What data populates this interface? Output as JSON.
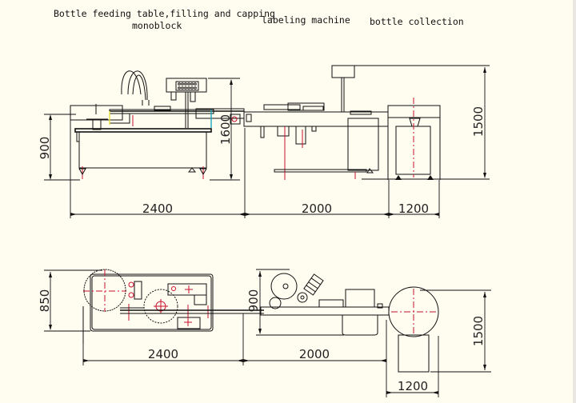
{
  "labels": {
    "section1_line1": "Bottle feeding table,filling and capping",
    "section1_line2": "monoblock",
    "section2": "labeling machine",
    "section3": "bottle collection"
  },
  "front_view": {
    "width_dims": [
      "2400",
      "2000",
      "1200"
    ],
    "height_dims": {
      "table_height": "900",
      "monoblock_height": "1600",
      "collection_height": "1500"
    }
  },
  "top_view": {
    "width_dims": [
      "2400",
      "2000",
      "1200"
    ],
    "depth_dims": {
      "monoblock_depth": "850",
      "labeler_depth": "900",
      "collection_depth": "1500"
    }
  },
  "colors": {
    "background": "#fffcf0",
    "line": "#111111",
    "center_line": "#c8102e",
    "sensor_yellow": "#e8e23a",
    "sensor_cyan": "#1aa6b7"
  }
}
